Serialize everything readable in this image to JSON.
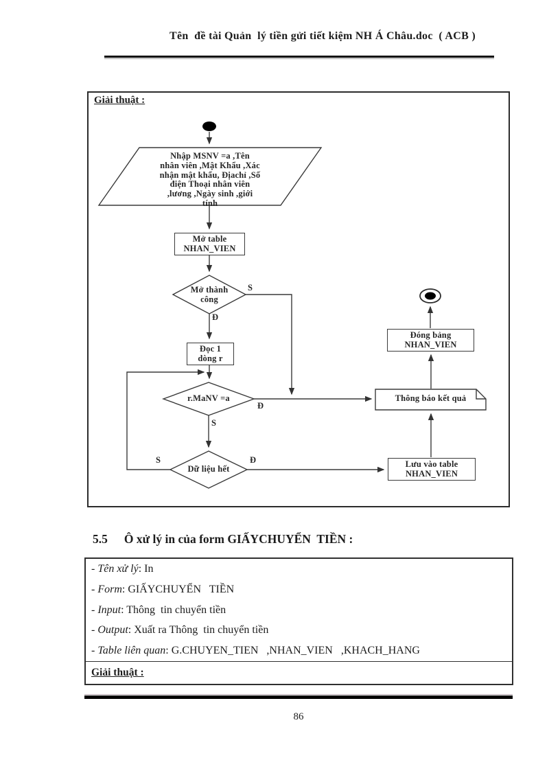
{
  "page": {
    "header_title": "Tên  đề tài Quản  lý tiền gửi tiết kiệm NH Á Châu.doc  ( ACB )",
    "page_number": "86"
  },
  "flowchart": {
    "label": "Giải thuật :",
    "nodes": {
      "input": "Nhập MSNV =a ,Tên\nnhân viên ,Mật Khẩu ,Xác\nnhận mật khẩu, Địachỉ ,Số\nđiện Thoại nhân viên\n,lương ,Ngày sinh ,giới\ntính",
      "open_table": "Mở table\nNHAN_VIEN",
      "open_success": "Mở thành\ncông",
      "read_row": "Đọc 1\ndòng r",
      "match": "r.MaNV =a",
      "data_end": "Dữ liệu hết",
      "notify": "Thông báo kết quả",
      "close_table": "Đóng bảng\nNHAN_VIEN",
      "save_table": "Lưu vào table\nNHAN_VIEN"
    },
    "branch_labels": {
      "yes": "Đ",
      "no": "S"
    }
  },
  "section": {
    "number": "5.5",
    "title": "Ô xử lý in của form GIẤYCHUYỂN  TIỀN :"
  },
  "details_table": {
    "dash": "- ",
    "separator": ": ",
    "rows": [
      {
        "label": "Tên xử lý",
        "value": "In"
      },
      {
        "label": "Form",
        "value": "GIẤYCHUYỂN   TIỀN"
      },
      {
        "label": "Input",
        "value": "Thông  tin chuyển tiền"
      },
      {
        "label": "Output",
        "value": "Xuất ra Thông  tin chuyển tiền"
      },
      {
        "label": "Table liên quan",
        "value": "G.CHUYEN_TIEN   ,NHAN_VIEN   ,KHACH_HANG"
      }
    ],
    "footer_label": "Giải thuật :"
  }
}
